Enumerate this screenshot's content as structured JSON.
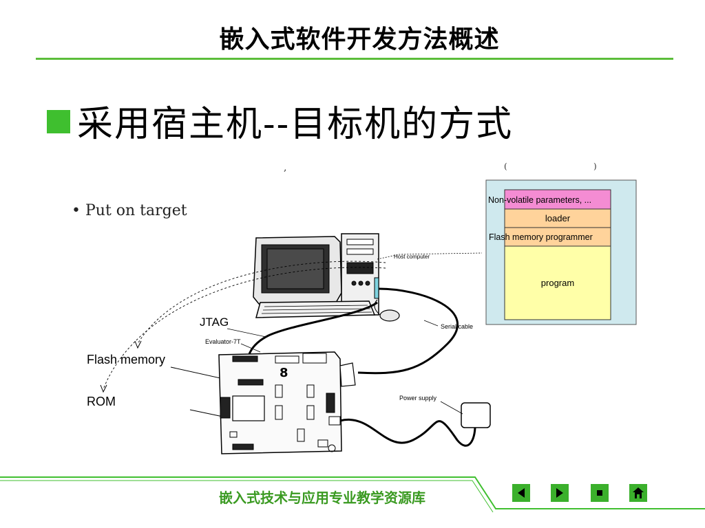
{
  "slide": {
    "title": "嵌入式软件开发方法概述",
    "bullet": "采用宿主机--目标机的方式"
  },
  "diagram": {
    "bullet_caption": "• Put on target",
    "memory_map": [
      "Non-volatile parameters, ...",
      "loader",
      "Flash memory programmer",
      "program"
    ],
    "labels": {
      "host": "Host computer",
      "serial": "Serial cable",
      "jtag": "JTAG",
      "evaluator": "Evaluator-7T",
      "flash": "Flash memory",
      "rom": "ROM",
      "power": "Power supply"
    },
    "board_display": "8"
  },
  "footer": {
    "text": "嵌入式技术与应用专业教学资源库",
    "nav": [
      "prev-icon",
      "next-icon",
      "stop-icon",
      "home-icon"
    ]
  },
  "colors": {
    "accent_green": "#3fbf2f",
    "panel_bg": "#cfe9ee",
    "pink": "#f48cd3",
    "orange": "#ffd39b",
    "yellow": "#ffffa8"
  }
}
